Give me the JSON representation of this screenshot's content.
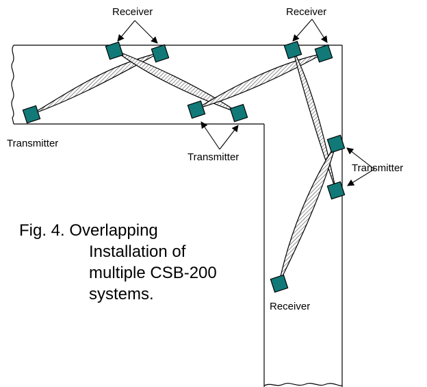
{
  "labels": {
    "receiver_top_left": "Receiver",
    "receiver_top_right": "Receiver",
    "receiver_bottom": "Receiver",
    "transmitter_left": "Transmitter",
    "transmitter_center": "Transmitter",
    "transmitter_right": "Transmitter"
  },
  "caption": {
    "line1": "Fig. 4.  Overlapping",
    "line2": "Installation of",
    "line3": "multiple CSB-200",
    "line4": "systems."
  },
  "colors": {
    "unit_fill": "#117a78",
    "beam_fill": "#ffffff",
    "hatch": "#555555",
    "line": "#000000"
  }
}
